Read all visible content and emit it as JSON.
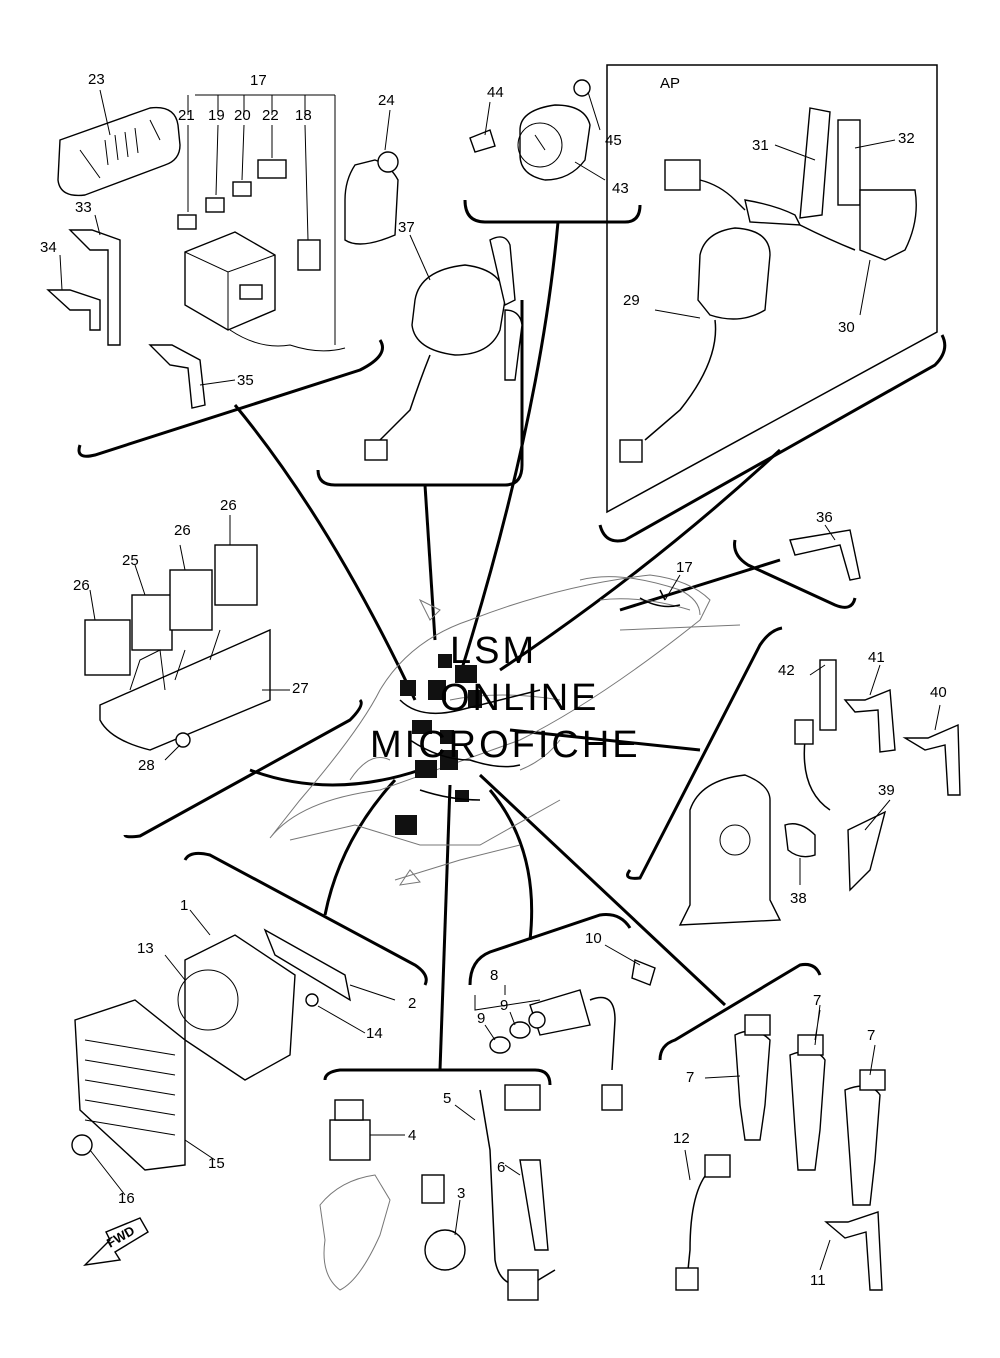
{
  "region_tag": "AP",
  "fwd_label": "FWD",
  "watermark": [
    "LSM",
    "ONLINE",
    "MICROFICHE"
  ],
  "callouts": {
    "p1": "1",
    "p2": "2",
    "p3": "3",
    "p4": "4",
    "p5": "5",
    "p6": "6",
    "p7a": "7",
    "p7b": "7",
    "p7c": "7",
    "p8": "8",
    "p9a": "9",
    "p9b": "9",
    "p10": "10",
    "p11": "11",
    "p12": "12",
    "p13": "13",
    "p14": "14",
    "p15": "15",
    "p16": "16",
    "p17a": "17",
    "p17b": "17",
    "p18": "18",
    "p19": "19",
    "p20": "20",
    "p21": "21",
    "p22": "22",
    "p23": "23",
    "p24": "24",
    "p25": "25",
    "p26a": "26",
    "p26b": "26",
    "p26c": "26",
    "p27": "27",
    "p28": "28",
    "p29": "29",
    "p30": "30",
    "p31": "31",
    "p32": "32",
    "p33": "33",
    "p34": "34",
    "p35": "35",
    "p36": "36",
    "p37": "37",
    "p38": "38",
    "p39": "39",
    "p40": "40",
    "p41": "41",
    "p42": "42",
    "p43": "43",
    "p44": "44",
    "p45": "45"
  }
}
